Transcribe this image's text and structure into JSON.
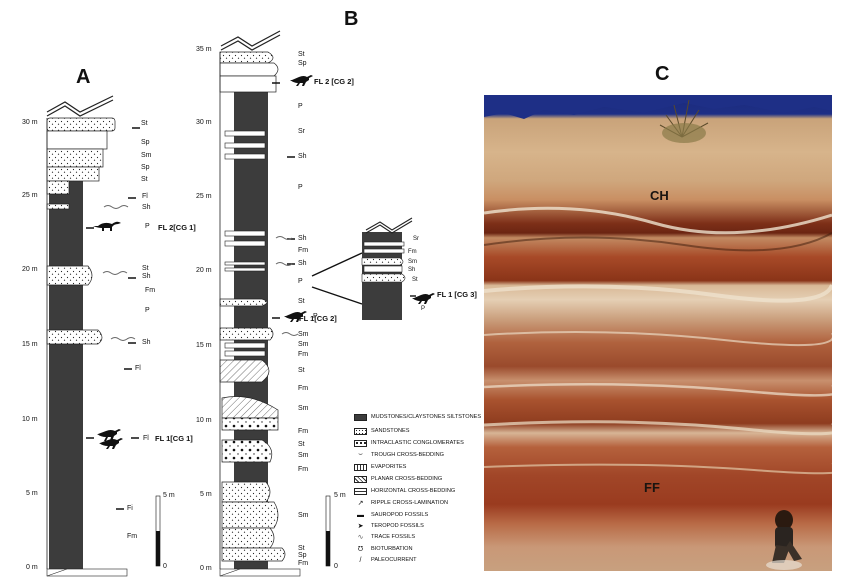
{
  "panels": {
    "a": "A",
    "b": "B",
    "c": "C"
  },
  "col_a": {
    "ticks": [
      "30 m",
      "25 m",
      "20 m",
      "15 m",
      "10 m",
      "5 m",
      "0 m"
    ],
    "labels": [
      "St",
      "Sp",
      "Sm",
      "Sp",
      "St",
      "Fl",
      "Sh",
      "P",
      "St",
      "Sh",
      "Fm",
      "P",
      "Sh",
      "Fl",
      "Fl",
      "Fi",
      "Fm"
    ],
    "fl2": "FL 2[CG 1]",
    "fl1": "FL 1[CG 1]",
    "scale": [
      "5 m",
      "0"
    ]
  },
  "col_b": {
    "ticks": [
      "35 m",
      "30 m",
      "25 m",
      "20 m",
      "15 m",
      "10 m",
      "5 m",
      "0 m"
    ],
    "labels": [
      "St",
      "Sp",
      "P",
      "Sr",
      "Sh",
      "P",
      "Sh",
      "Fm",
      "Sh",
      "P",
      "St",
      "P",
      "Sm",
      "Sm",
      "Fm",
      "St",
      "Fm",
      "Sm",
      "Fm",
      "St",
      "Sm",
      "Fm",
      "Sm",
      "St",
      "Sp",
      "Fm"
    ],
    "fl2": "FL 2 [CG 2]",
    "fl1": "FL 1[CG 2]",
    "scale": [
      "5 m",
      "0"
    ]
  },
  "inset": {
    "labels": [
      "Sr",
      "Fm",
      "Sm",
      "Sh",
      "St",
      "P"
    ],
    "fl": "FL 1 [CG 3]"
  },
  "legend": [
    {
      "icon": "mudstone-swatch",
      "text": "MUDSTONES/CLAYSTONES SILTSTONES"
    },
    {
      "icon": "sandstone-swatch",
      "text": "SANDSTONES"
    },
    {
      "icon": "conglomerate-swatch",
      "text": "INTRACLASTIC CONGLOMERATES"
    },
    {
      "icon": "trough-icon",
      "text": "TROUGH CROSS-BEDDING"
    },
    {
      "icon": "evaporite-swatch",
      "text": "EVAPORITES"
    },
    {
      "icon": "planar-swatch",
      "text": "PLANAR CROSS-BEDDING"
    },
    {
      "icon": "horizontal-swatch",
      "text": "HORIZONTAL CROSS-BEDDING"
    },
    {
      "icon": "ripple-icon",
      "text": "RIPPLE CROSS-LAMINATION"
    },
    {
      "icon": "sauropod-icon",
      "text": "SAUROPOD FOSSILS"
    },
    {
      "icon": "teropod-icon",
      "text": "TEROPOD FOSSILS"
    },
    {
      "icon": "trace-icon",
      "text": "TRACE FOSSILS"
    },
    {
      "icon": "bioturbation-icon",
      "text": "BIOTURBATION"
    },
    {
      "icon": "paleocurrent-icon",
      "text": "PALEOCURRENT"
    }
  ],
  "photo": {
    "ch": "CH",
    "ff": "FF"
  }
}
